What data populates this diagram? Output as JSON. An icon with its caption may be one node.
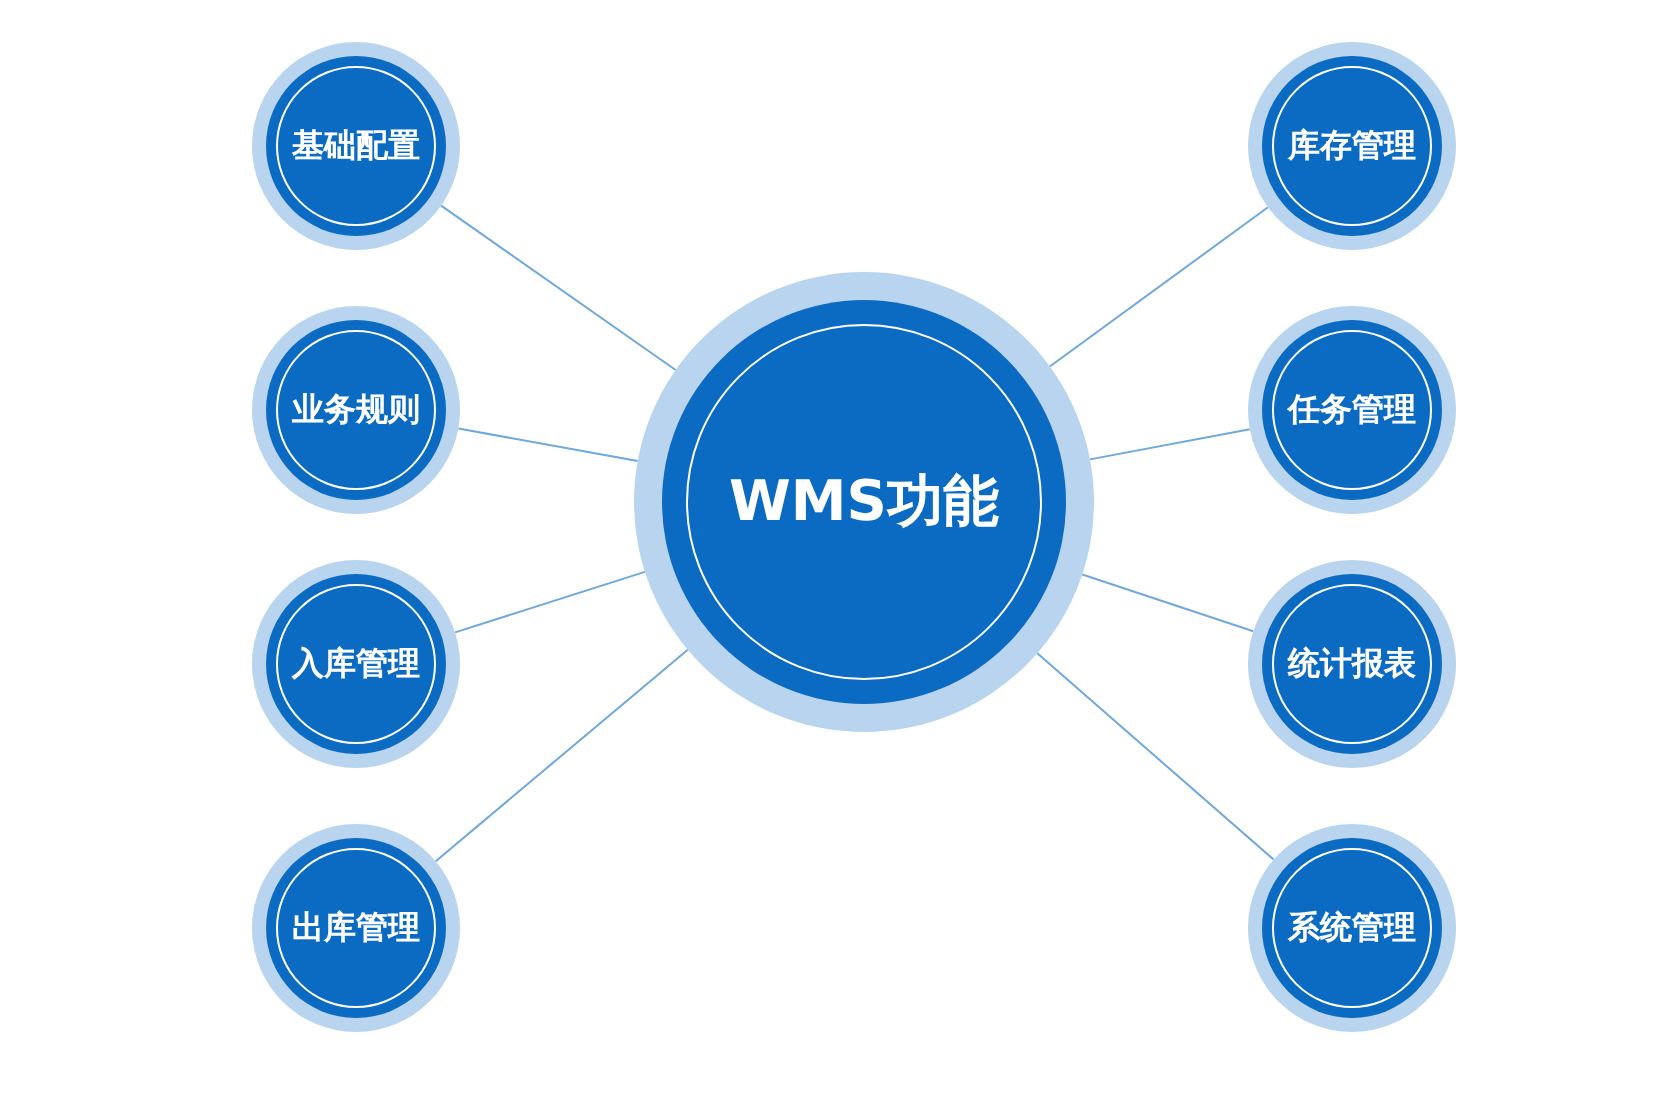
{
  "diagram": {
    "nodes": [
      {
        "text": [
          "WMS功能"
        ]
      },
      {
        "text": [
          "基础配置"
        ]
      },
      {
        "text": [
          "业务规则"
        ]
      },
      {
        "text": [
          "入库管理"
        ]
      },
      {
        "text": [
          "出库管理"
        ]
      },
      {
        "text": [
          "库存管理"
        ]
      },
      {
        "text": [
          "任务管理"
        ]
      },
      {
        "text": [
          "统计报表"
        ]
      },
      {
        "text": [
          "系统管理"
        ]
      }
    ],
    "edges": [
      {
        "from": 0,
        "to": 1,
        "arrow": "none"
      },
      {
        "from": 0,
        "to": 2,
        "arrow": "none"
      },
      {
        "from": 0,
        "to": 3,
        "arrow": "none"
      },
      {
        "from": 0,
        "to": 4,
        "arrow": "none"
      },
      {
        "from": 0,
        "to": 5,
        "arrow": "none"
      },
      {
        "from": 0,
        "to": 6,
        "arrow": "none"
      },
      {
        "from": 0,
        "to": 7,
        "arrow": "none"
      },
      {
        "from": 0,
        "to": 8,
        "arrow": "none"
      }
    ]
  }
}
